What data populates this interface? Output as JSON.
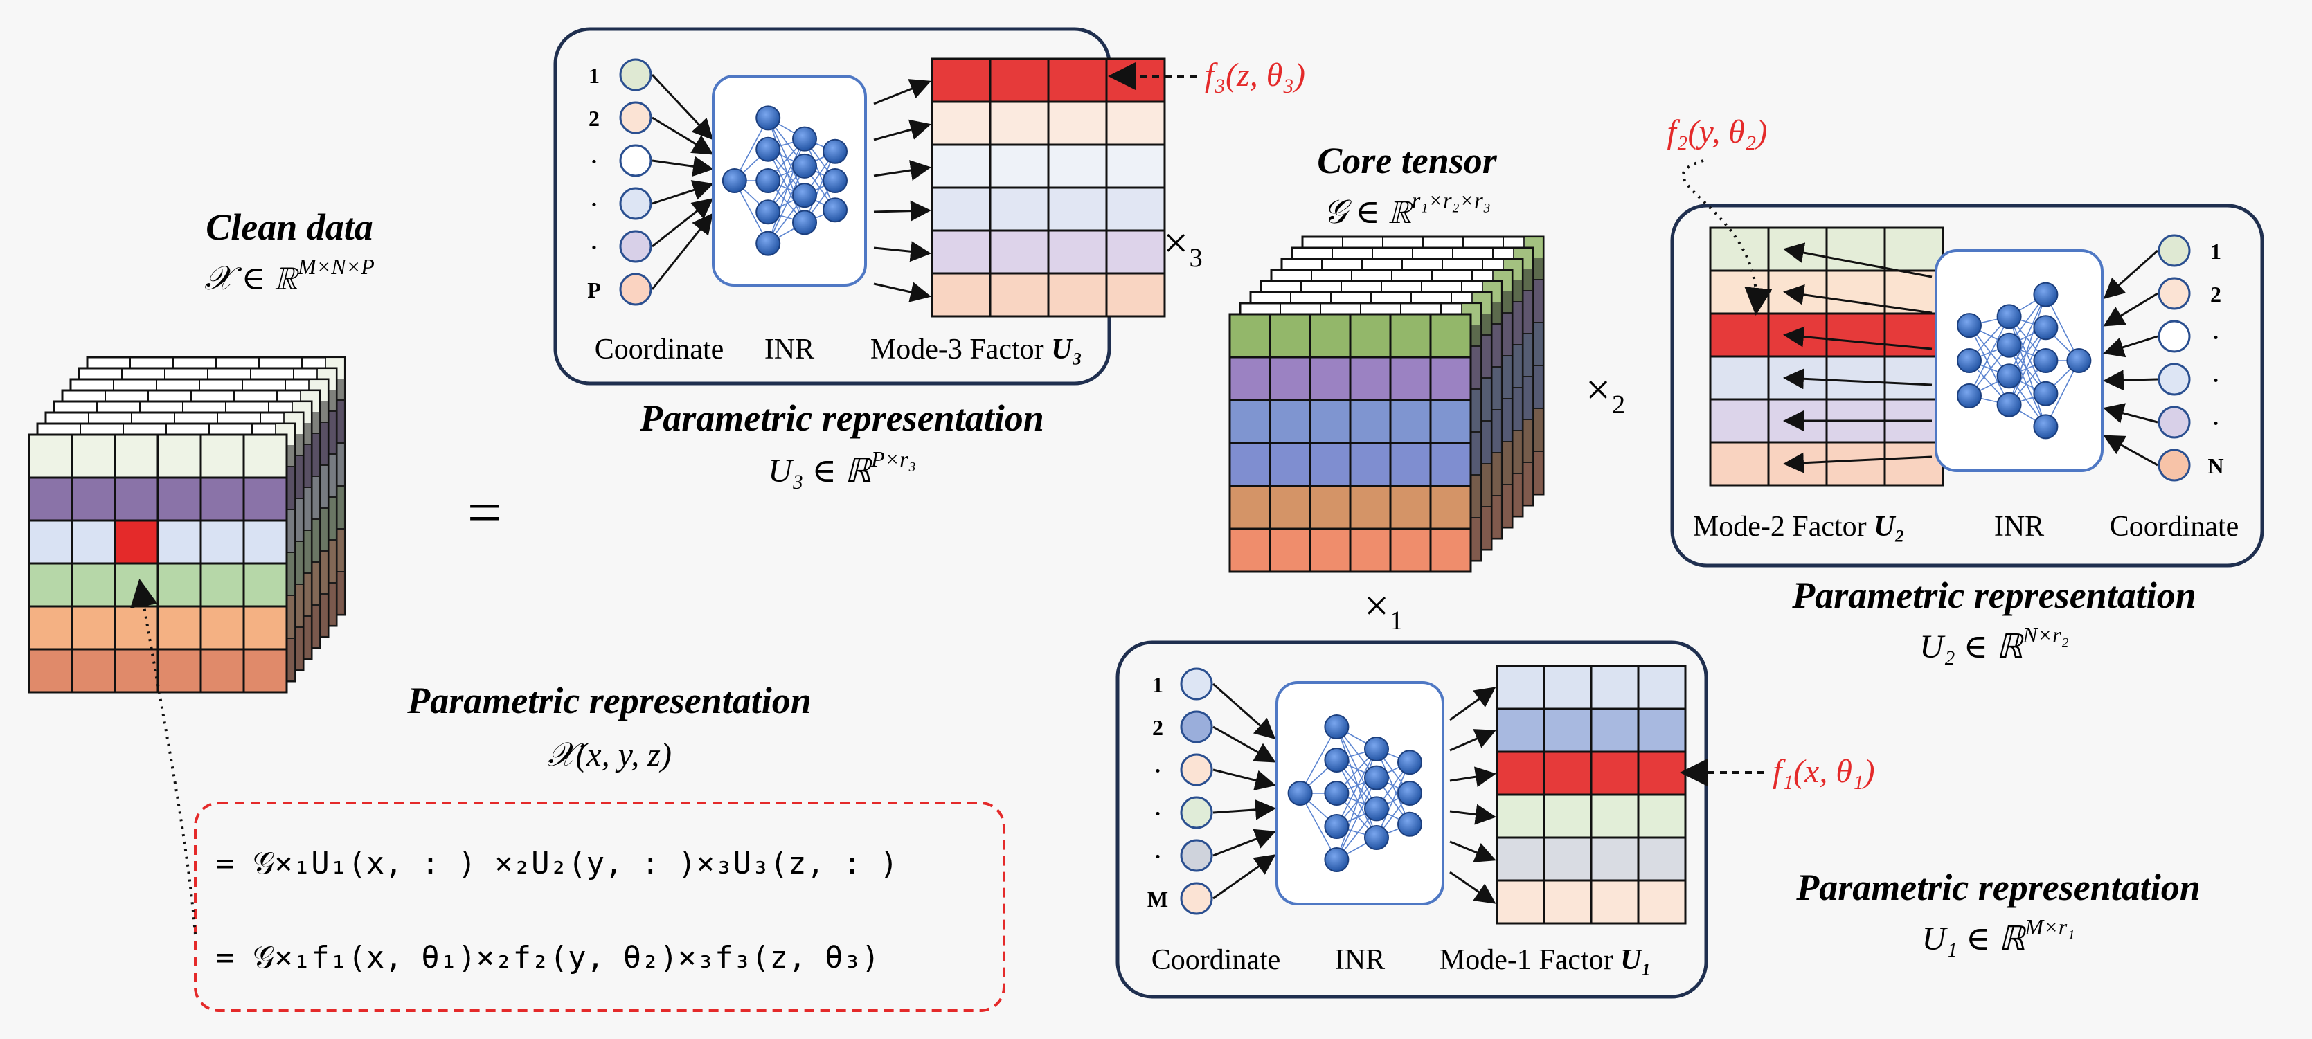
{
  "left": {
    "title": "Clean data",
    "math_symbol": "𝒳 ∈ ℝ",
    "math_sup": "M×N×P",
    "equals": "=",
    "param_title": "Parametric representation",
    "param_math": "𝒳(x, y, z)",
    "eq_line1": "= 𝒢×₁U₁(x, : ) ×₂U₂(y, : )×₃U₃(z, : )",
    "eq_line2": "= 𝒢×₁f₁(x, θ₁)×₂f₂(y, θ₂)×₃f₃(z, θ₃)",
    "colors": [
      "#eef3e6",
      "#8a73a8",
      "#d9e2f3",
      "#b6d7a8",
      "#f4b183",
      "#e08a6a"
    ]
  },
  "core": {
    "title": "Core tensor",
    "math_symbol": "𝒢 ∈ ℝ",
    "math_sup": "r₁×r₂×r₃",
    "rows": [
      "#93b76a",
      "#9b82c2",
      "#7f95d0",
      "#7f8ed0",
      "#d49467",
      "#ef8d6c"
    ]
  },
  "mode3": {
    "coords": [
      "1",
      "2",
      "·",
      "·",
      "·",
      "P"
    ],
    "coord_colors": [
      "#dfe9d3",
      "#fbe3d4",
      "#ffffff",
      "#dde5f4",
      "#d8d0e8",
      "#fad3c1"
    ],
    "factor_rows": [
      "#e63a3a",
      "#fbeadf",
      "#eef2f8",
      "#e1e6f3",
      "#ddd3ea",
      "#f9d5c2"
    ],
    "label_coordinate": "Coordinate",
    "label_inr": "INR",
    "label_factor": "Mode-3 Factor ",
    "label_factor_bold": "U₃",
    "func": "f₃(z, θ₃)",
    "times": "×₃",
    "param_title": "Parametric representation",
    "param_math": "U₃ ∈ ℝ",
    "param_sup": "P×r₃"
  },
  "mode2": {
    "coords": [
      "1",
      "2",
      "·",
      "·",
      "·",
      "N"
    ],
    "coord_colors": [
      "#dfe9d3",
      "#fbe3d4",
      "#ffffff",
      "#dde5f4",
      "#d8d0e8",
      "#f7c3a8"
    ],
    "factor_rows": [
      "#e4edd8",
      "#fbe3d0",
      "#e63a3a",
      "#dde3f1",
      "#dcd4ea",
      "#f9d3c0"
    ],
    "label_factor": "Mode-2 Factor ",
    "label_factor_bold": "U₂",
    "label_inr": "INR",
    "label_coordinate": "Coordinate",
    "func": "f₂(y, θ₂)",
    "times": "×₂",
    "param_title": "Parametric representation",
    "param_math": "U₂ ∈ ℝ",
    "param_sup": "N×r₂"
  },
  "mode1": {
    "coords": [
      "1",
      "2",
      "·",
      "·",
      "·",
      "M"
    ],
    "coord_colors": [
      "#dde5f4",
      "#9aaedb",
      "#fbe3d4",
      "#e0ecd8",
      "#cfd3dc",
      "#fbe3d4"
    ],
    "factor_rows": [
      "#dbe3f2",
      "#a8b9e0",
      "#e63a3a",
      "#e2eed8",
      "#d9dce3",
      "#fbe6d8"
    ],
    "label_coordinate": "Coordinate",
    "label_inr": "INR",
    "label_factor": "Mode-1 Factor ",
    "label_factor_bold": "U₁",
    "func": "f₁(x, θ₁)",
    "times": "×₁",
    "param_title": "Parametric representation",
    "param_math": "U₁ ∈ ℝ",
    "param_sup": "M×r₁"
  },
  "style": {
    "panel_border": "#1f2f4f",
    "inr_border": "#4f78c4",
    "node_fill": "#2e63b8",
    "highlight_red": "#e42a2a"
  }
}
